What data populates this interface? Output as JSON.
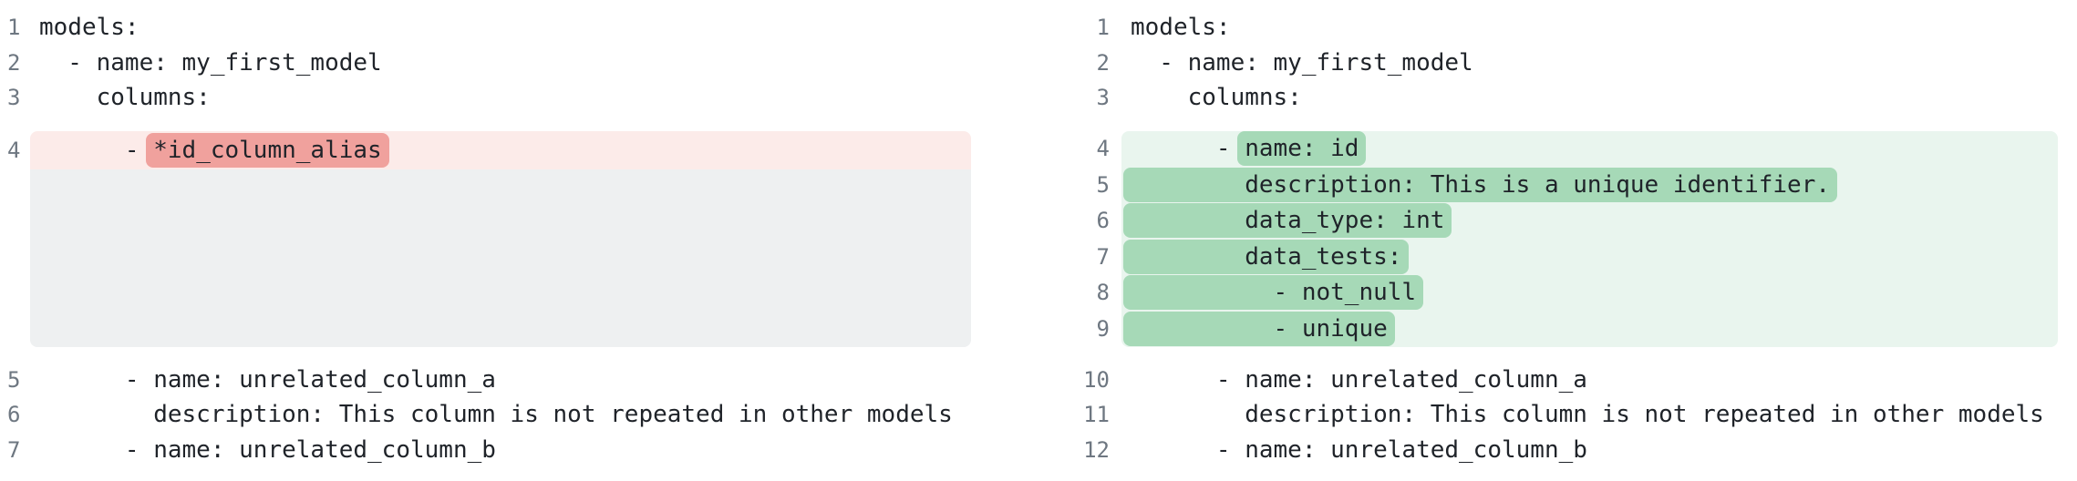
{
  "view": {
    "name": "yaml-diff-side-by-side"
  },
  "colors": {
    "removed_line_bg": "#fcebe9",
    "removed_token_bg": "#f0a19d",
    "added_line_bg": "#e9f5ee",
    "added_token_bg": "#a6d9b7",
    "placeholder_bg": "#eef0f1",
    "line_number_color": "#6e7781",
    "code_text_color": "#1f2329",
    "page_bg": "#ffffff"
  },
  "left_pane": {
    "name": "before",
    "lines": [
      {
        "num": "1",
        "type": "context",
        "segments": [
          {
            "text": "models:"
          }
        ]
      },
      {
        "num": "2",
        "type": "context",
        "segments": [
          {
            "text": "  - name: my_first_model"
          }
        ]
      },
      {
        "num": "3",
        "type": "context",
        "segments": [
          {
            "text": "    columns:"
          }
        ]
      },
      {
        "num": "4",
        "type": "removed",
        "segments": [
          {
            "text": "      - "
          },
          {
            "text": "*id_column_alias",
            "highlight": true
          }
        ]
      },
      {
        "num": "",
        "type": "placeholder",
        "rows": 5,
        "segments": []
      },
      {
        "num": "5",
        "type": "context",
        "segments": [
          {
            "text": "      - name: unrelated_column_a"
          }
        ]
      },
      {
        "num": "6",
        "type": "context",
        "segments": [
          {
            "text": "        description: This column is not repeated in other models"
          }
        ]
      },
      {
        "num": "7",
        "type": "context",
        "segments": [
          {
            "text": "      - name: unrelated_column_b"
          }
        ]
      }
    ]
  },
  "right_pane": {
    "name": "after",
    "lines": [
      {
        "num": "1",
        "type": "context",
        "segments": [
          {
            "text": "models:"
          }
        ]
      },
      {
        "num": "2",
        "type": "context",
        "segments": [
          {
            "text": "  - name: my_first_model"
          }
        ]
      },
      {
        "num": "3",
        "type": "context",
        "segments": [
          {
            "text": "    columns:"
          }
        ]
      },
      {
        "num": "4",
        "type": "added",
        "segments": [
          {
            "text": "      - "
          },
          {
            "text": "name: id",
            "highlight": true
          }
        ]
      },
      {
        "num": "5",
        "type": "added",
        "segments": [
          {
            "text": "        description: This is a unique identifier.",
            "highlight": true
          }
        ]
      },
      {
        "num": "6",
        "type": "added",
        "segments": [
          {
            "text": "        data_type: int",
            "highlight": true
          }
        ]
      },
      {
        "num": "7",
        "type": "added",
        "segments": [
          {
            "text": "        data_tests:",
            "highlight": true
          }
        ]
      },
      {
        "num": "8",
        "type": "added",
        "segments": [
          {
            "text": "          - not_null",
            "highlight": true
          }
        ]
      },
      {
        "num": "9",
        "type": "added",
        "segments": [
          {
            "text": "          - unique",
            "highlight": true
          }
        ]
      },
      {
        "num": "10",
        "type": "context",
        "segments": [
          {
            "text": "      - name: unrelated_column_a"
          }
        ]
      },
      {
        "num": "11",
        "type": "context",
        "segments": [
          {
            "text": "        description: This column is not repeated in other models"
          }
        ]
      },
      {
        "num": "12",
        "type": "context",
        "segments": [
          {
            "text": "      - name: unrelated_column_b"
          }
        ]
      }
    ]
  }
}
